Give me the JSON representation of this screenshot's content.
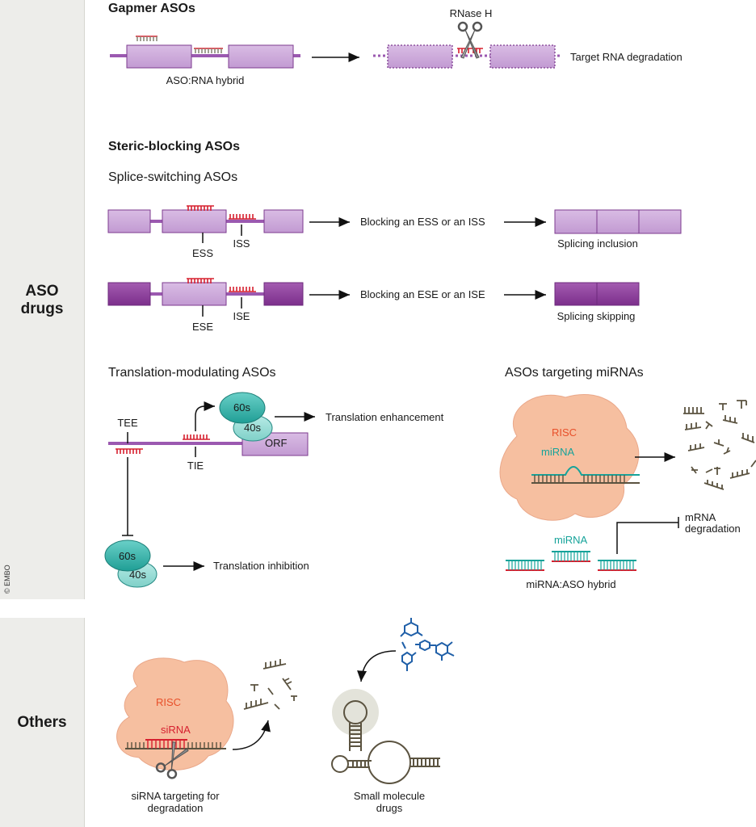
{
  "sidebar": {
    "aso_drugs_line1": "ASO",
    "aso_drugs_line2": "drugs",
    "others": "Others",
    "copyright": "© EMBO"
  },
  "gapmer": {
    "title": "Gapmer ASOs",
    "hybrid_label": "ASO:RNA hybrid",
    "enzyme_label": "RNase H",
    "result_label": "Target RNA degradation"
  },
  "steric": {
    "title": "Steric-blocking ASOs",
    "splice_title": "Splice-switching ASOs",
    "ess": "ESS",
    "iss": "ISS",
    "ese": "ESE",
    "ise": "ISE",
    "blocking_ess": "Blocking an ESS or an ISS",
    "blocking_ese": "Blocking an ESE or an ISE",
    "inclusion": "Splicing inclusion",
    "skipping": "Splicing skipping"
  },
  "translation": {
    "title": "Translation-modulating ASOs",
    "tee": "TEE",
    "tie": "TIE",
    "orf": "ORF",
    "ribo_60": "60s",
    "ribo_40": "40s",
    "enhancement": "Translation enhancement",
    "inhibition": "Translation inhibition"
  },
  "mirna": {
    "title": "ASOs targeting miRNAs",
    "risc": "RISC",
    "mirna_label": "miRNA",
    "mirna_label2": "miRNA",
    "hybrid": "miRNA:ASO hybrid",
    "degradation_line1": "mRNA",
    "degradation_line2": "degradation"
  },
  "others": {
    "risc": "RISC",
    "sirna": "siRNA",
    "sirna_caption_line1": "siRNA targeting for",
    "sirna_caption_line2": "degradation",
    "small_caption_line1": "Small molecule",
    "small_caption_line2": "drugs"
  },
  "colors": {
    "exon_light": "#c9a3d8",
    "exon_dark": "#8e3e9c",
    "intron": "#9b59b0",
    "aso_red": "#d6202f",
    "rna_brown": "#5b5340",
    "ribosome": "#2fb1a8",
    "risc_fill": "#f6b99a",
    "mirna_teal": "#16a39a",
    "small_molecule_blue": "#1f5fa8"
  }
}
